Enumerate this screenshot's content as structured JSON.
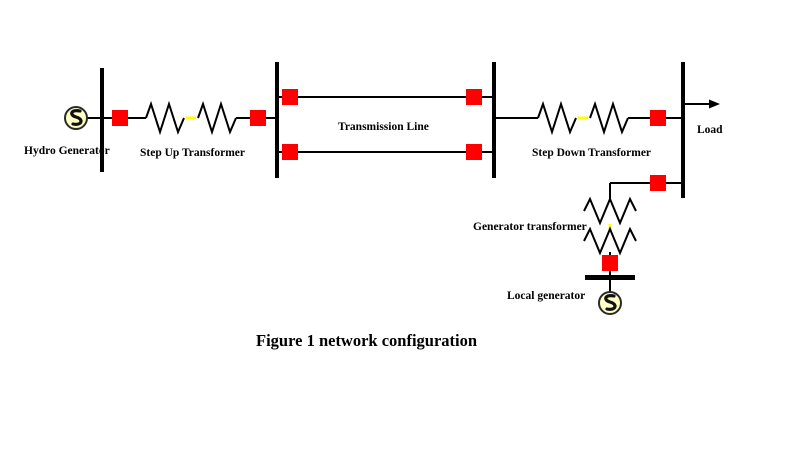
{
  "figure": {
    "caption": "Figure 1 network configuration"
  },
  "labels": {
    "hydro_generator": "Hydro Generator",
    "step_up_transformer": "Step Up Transformer",
    "transmission_line": "Transmission Line",
    "step_down_transformer": "Step Down Transformer",
    "load": "Load",
    "generator_transformer": "Generator transformer",
    "local_generator": "Local generator"
  },
  "colors": {
    "breaker": "#ff0000",
    "wire": "#000000",
    "transformer_core": "#ffff00",
    "generator_fill": "#ffffc6"
  },
  "icons": {
    "breaker": "red-square",
    "generator": "circle-with-s-glyph",
    "winding": "zigzag-coil",
    "load_arrow": "right-arrow"
  }
}
